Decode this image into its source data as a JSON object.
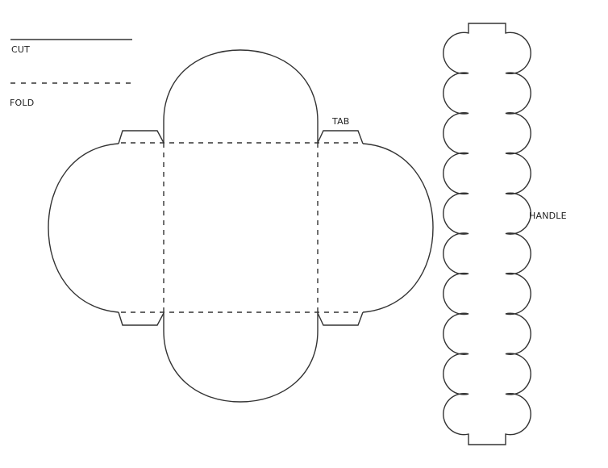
{
  "legend": {
    "cut_label": "CUT",
    "fold_label": "FOLD"
  },
  "labels": {
    "tab": "TAB",
    "handle": "HANDLE"
  },
  "handle": {
    "scallop_count": 10
  },
  "colors": {
    "line": "#333333",
    "background": "#ffffff"
  }
}
